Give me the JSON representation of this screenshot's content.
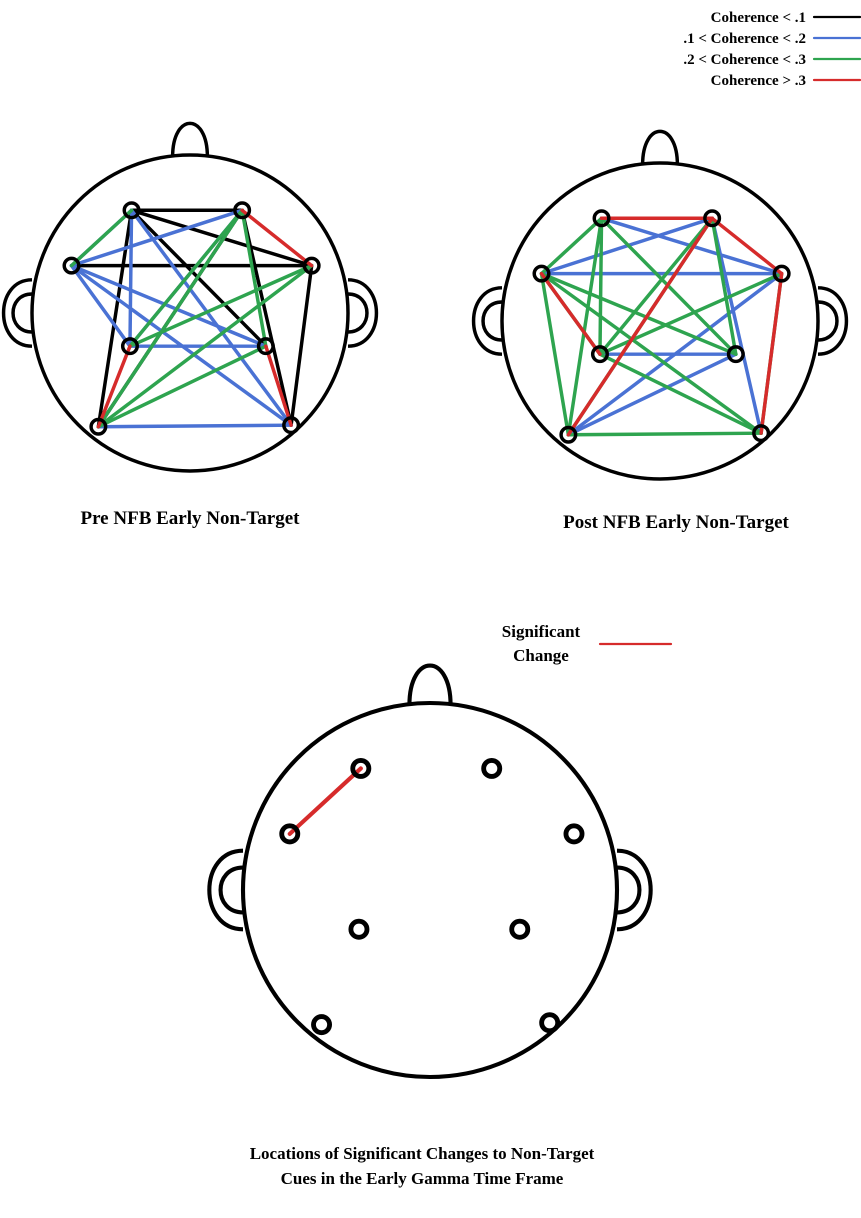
{
  "colors": {
    "lt_01": "#000000",
    "r01_02": "#4a72d4",
    "r02_03": "#2ea44f",
    "gt_03": "#d62b2b",
    "significant": "#d62b2b"
  },
  "legend": {
    "items": [
      {
        "label": "Coherence < .1",
        "color_key": "lt_01"
      },
      {
        "label": ".1 < Coherence < .2",
        "color_key": "r01_02"
      },
      {
        "label": ".2 < Coherence < .3",
        "color_key": "r02_03"
      },
      {
        "label": "Coherence > .3",
        "color_key": "gt_03"
      }
    ]
  },
  "electrodes": [
    "e1",
    "e2",
    "e3",
    "e4",
    "e5",
    "e6",
    "e7",
    "e8"
  ],
  "pre_map": {
    "caption": "Pre NFB Early Non-Target",
    "connections": [
      [
        "e1",
        "e2",
        "lt_01"
      ],
      [
        "e1",
        "e6",
        "lt_01"
      ],
      [
        "e1",
        "e7",
        "lt_01"
      ],
      [
        "e2",
        "e7",
        "lt_01"
      ],
      [
        "e2",
        "e8",
        "lt_01"
      ],
      [
        "e4",
        "e8",
        "lt_01"
      ],
      [
        "e3",
        "e4",
        "lt_01"
      ],
      [
        "e1",
        "e4",
        "lt_01"
      ],
      [
        "e1",
        "e5",
        "r01_02"
      ],
      [
        "e1",
        "e8",
        "r01_02"
      ],
      [
        "e2",
        "e5",
        "r01_02"
      ],
      [
        "e3",
        "e6",
        "r01_02"
      ],
      [
        "e3",
        "e8",
        "r01_02"
      ],
      [
        "e5",
        "e6",
        "r01_02"
      ],
      [
        "e7",
        "e8",
        "r01_02"
      ],
      [
        "e3",
        "e5",
        "r01_02"
      ],
      [
        "e3",
        "e2",
        "r01_02"
      ],
      [
        "e1",
        "e3",
        "r01_02"
      ],
      [
        "e1",
        "e3",
        "r02_03"
      ],
      [
        "e2",
        "e5",
        "r02_03"
      ],
      [
        "e2",
        "e7",
        "r02_03"
      ],
      [
        "e2",
        "e6",
        "r02_03"
      ],
      [
        "e4",
        "e5",
        "r02_03"
      ],
      [
        "e4",
        "e7",
        "r02_03"
      ],
      [
        "e6",
        "e7",
        "r02_03"
      ],
      [
        "e2",
        "e4",
        "gt_03"
      ],
      [
        "e5",
        "e7",
        "gt_03"
      ],
      [
        "e6",
        "e8",
        "gt_03"
      ]
    ]
  },
  "post_map": {
    "caption": "Post NFB Early Non-Target",
    "connections": [
      [
        "e1",
        "e2",
        "r01_02"
      ],
      [
        "e3",
        "e4",
        "r01_02"
      ],
      [
        "e3",
        "e2",
        "r01_02"
      ],
      [
        "e1",
        "e4",
        "r01_02"
      ],
      [
        "e2",
        "e8",
        "r01_02"
      ],
      [
        "e4",
        "e7",
        "r01_02"
      ],
      [
        "e5",
        "e6",
        "r01_02"
      ],
      [
        "e7",
        "e6",
        "r01_02"
      ],
      [
        "e1",
        "e3",
        "r02_03"
      ],
      [
        "e1",
        "e5",
        "r02_03"
      ],
      [
        "e1",
        "e6",
        "r02_03"
      ],
      [
        "e1",
        "e7",
        "r02_03"
      ],
      [
        "e2",
        "e5",
        "r02_03"
      ],
      [
        "e2",
        "e6",
        "r02_03"
      ],
      [
        "e2",
        "e7",
        "r02_03"
      ],
      [
        "e3",
        "e5",
        "r02_03"
      ],
      [
        "e3",
        "e7",
        "r02_03"
      ],
      [
        "e3",
        "e8",
        "r02_03"
      ],
      [
        "e4",
        "e5",
        "r02_03"
      ],
      [
        "e4",
        "e8",
        "r02_03"
      ],
      [
        "e5",
        "e8",
        "r02_03"
      ],
      [
        "e7",
        "e8",
        "r02_03"
      ],
      [
        "e3",
        "e6",
        "r02_03"
      ],
      [
        "e1",
        "e2",
        "gt_03"
      ],
      [
        "e2",
        "e4",
        "gt_03"
      ],
      [
        "e4",
        "e8",
        "gt_03"
      ],
      [
        "e3",
        "e5",
        "gt_03"
      ],
      [
        "e2",
        "e7",
        "gt_03"
      ]
    ]
  },
  "significance_legend": {
    "line1": "Significant",
    "line2": "Change",
    "color_key": "significant"
  },
  "change_map": {
    "caption_line1": "Locations of Significant Changes to Non-Target",
    "caption_line2": "Cues in the Early Gamma Time Frame",
    "connections": [
      [
        "e1",
        "e3",
        "significant"
      ]
    ]
  }
}
